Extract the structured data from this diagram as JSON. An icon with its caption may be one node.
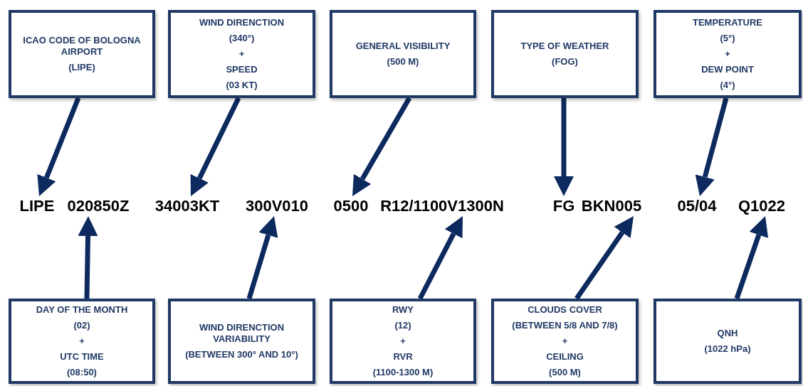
{
  "diagram": {
    "nodes": [
      {
        "text": [
          "ICAO CODE OF BOLOGNA AIRPORT",
          "(LIPE)"
        ]
      },
      {
        "text": [
          "WIND DIRENCTION",
          "(340°)",
          "+",
          "SPEED",
          "(03 KT)"
        ]
      },
      {
        "text": [
          "GENERAL VISIBILITY",
          "(500 M)"
        ]
      },
      {
        "text": [
          "TYPE OF WEATHER",
          "(FOG)"
        ]
      },
      {
        "text": [
          "TEMPERATURE",
          "(5°)",
          "+",
          "DEW POINT",
          "(4°)"
        ]
      },
      {
        "text": [
          "LIPE"
        ]
      },
      {
        "text": [
          "020850Z"
        ]
      },
      {
        "text": [
          "34003KT"
        ]
      },
      {
        "text": [
          "300V010"
        ]
      },
      {
        "text": [
          "0500"
        ]
      },
      {
        "text": [
          "R12/1100V1300N"
        ]
      },
      {
        "text": [
          "FG"
        ]
      },
      {
        "text": [
          "BKN005"
        ]
      },
      {
        "text": [
          "05/04"
        ]
      },
      {
        "text": [
          "Q1022"
        ]
      },
      {
        "text": [
          "DAY OF THE MONTH",
          "(02)",
          "+",
          "UTC TIME",
          "(08:50)"
        ]
      },
      {
        "text": [
          "WIND DIRENCTION VARIABILITY",
          "(BETWEEN 300° AND 10°)"
        ]
      },
      {
        "text": [
          "RWY",
          "(12)",
          "+",
          "RVR",
          "(1100-1300 M)"
        ]
      },
      {
        "text": [
          "CLOUDS COVER",
          "(BETWEEN 5/8 AND 7/8)",
          "+",
          "CEILING",
          "(500 M)"
        ]
      },
      {
        "text": [
          "QNH",
          "(1022 hPa)"
        ]
      }
    ],
    "edges": [
      {
        "from": 0,
        "to": 5,
        "arrow": "to"
      },
      {
        "from": 1,
        "to": 7,
        "arrow": "to"
      },
      {
        "from": 2,
        "to": 9,
        "arrow": "to"
      },
      {
        "from": 3,
        "to": 11,
        "arrow": "to"
      },
      {
        "from": 4,
        "to": 13,
        "arrow": "to"
      },
      {
        "from": 15,
        "to": 6,
        "arrow": "to"
      },
      {
        "from": 16,
        "to": 8,
        "arrow": "to"
      },
      {
        "from": 17,
        "to": 10,
        "arrow": "to"
      },
      {
        "from": 18,
        "to": 12,
        "arrow": "to"
      },
      {
        "from": 19,
        "to": 14,
        "arrow": "to"
      }
    ]
  }
}
